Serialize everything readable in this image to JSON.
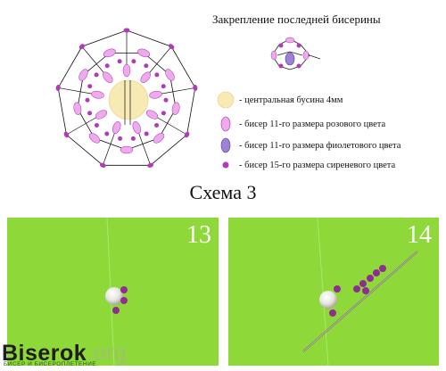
{
  "closure": {
    "title": "Закрепление последней бисерины"
  },
  "legend": [
    {
      "icon": "large-pale-yellow-bead-icon",
      "color": "#f7ebb3",
      "label": "- центральная бусина 4мм"
    },
    {
      "icon": "pink-seed-bead-icon",
      "color": "#f0a8ee",
      "label": "- бисер 11-го размера розового цвета"
    },
    {
      "icon": "violet-seed-bead-icon",
      "color": "#9d82d8",
      "label": "- бисер 11-го размера фиолетового цвета"
    },
    {
      "icon": "small-lilac-bead-icon",
      "color": "#b03ab8",
      "label": "- бисер 15-го размера сиреневого цвета"
    }
  ],
  "scheme_title": "Схема 3",
  "photos": [
    {
      "step": "13"
    },
    {
      "step": "14"
    }
  ],
  "brand": {
    "name": "Biserok",
    "tld": ".org",
    "tagline": "БИСЕР И БИСЕРОПЛЕТЕНИЕ"
  }
}
